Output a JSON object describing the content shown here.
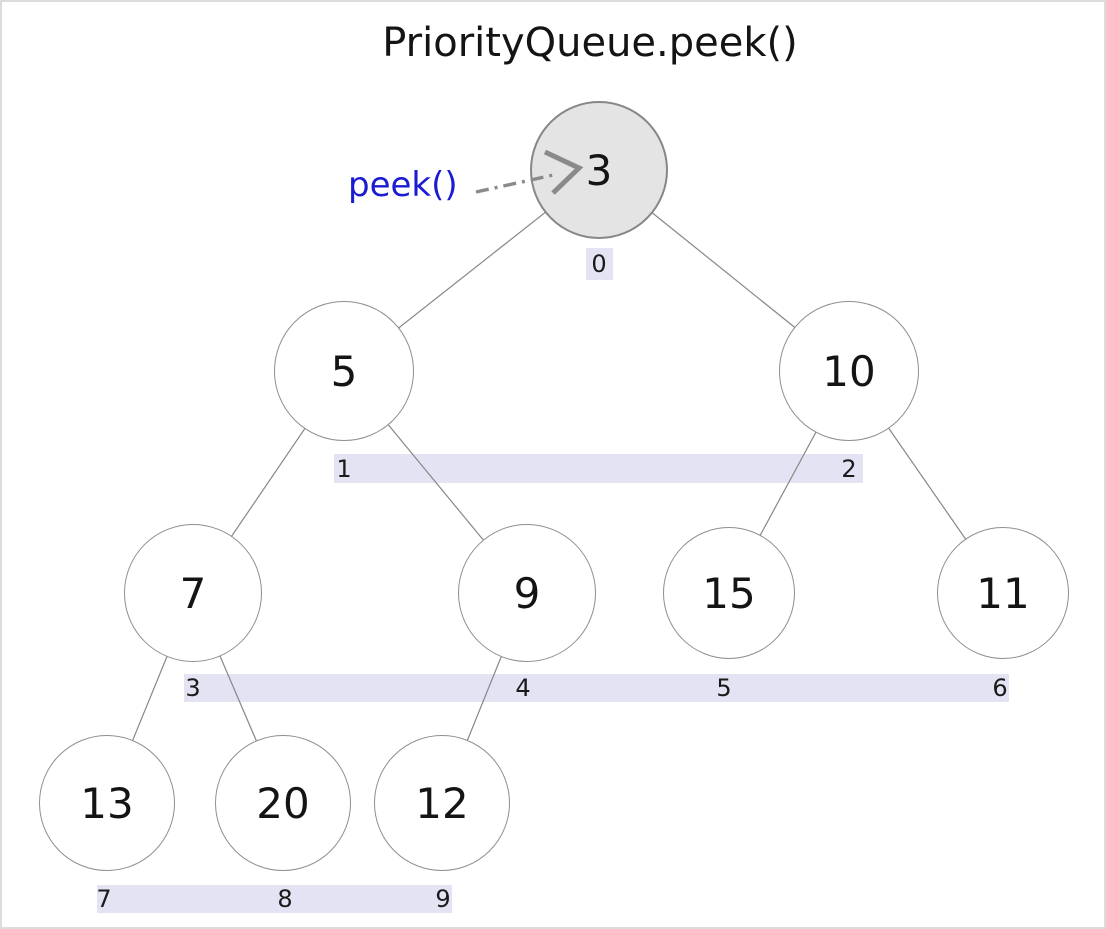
{
  "title": "PriorityQueue.peek()",
  "annotation": {
    "label": "peek()"
  },
  "heap": {
    "array_values": [
      3,
      5,
      10,
      7,
      9,
      15,
      11,
      13,
      20,
      12
    ],
    "nodes": [
      {
        "value": "3",
        "index": "0",
        "highlighted": true
      },
      {
        "value": "5",
        "index": "1",
        "highlighted": false
      },
      {
        "value": "10",
        "index": "2",
        "highlighted": false
      },
      {
        "value": "7",
        "index": "3",
        "highlighted": false
      },
      {
        "value": "9",
        "index": "4",
        "highlighted": false
      },
      {
        "value": "15",
        "index": "5",
        "highlighted": false
      },
      {
        "value": "11",
        "index": "6",
        "highlighted": false
      },
      {
        "value": "13",
        "index": "7",
        "highlighted": false
      },
      {
        "value": "20",
        "index": "8",
        "highlighted": false
      },
      {
        "value": "12",
        "index": "9",
        "highlighted": false
      }
    ],
    "edges": [
      [
        0,
        1
      ],
      [
        0,
        2
      ],
      [
        1,
        3
      ],
      [
        1,
        4
      ],
      [
        2,
        5
      ],
      [
        2,
        6
      ],
      [
        3,
        7
      ],
      [
        3,
        8
      ],
      [
        4,
        9
      ]
    ]
  },
  "colors": {
    "background": "#ffffff",
    "frame_border": "#dcdcdc",
    "node_fill": "#ffffff",
    "node_stroke": "#8f8f8f",
    "root_node_fill": "#e4e4e4",
    "edge_line": "#878787",
    "index_band": "#e3e3f3",
    "text": "#141414",
    "peek_label": "#1b1bd2",
    "arrow": "#8a8a8a"
  }
}
